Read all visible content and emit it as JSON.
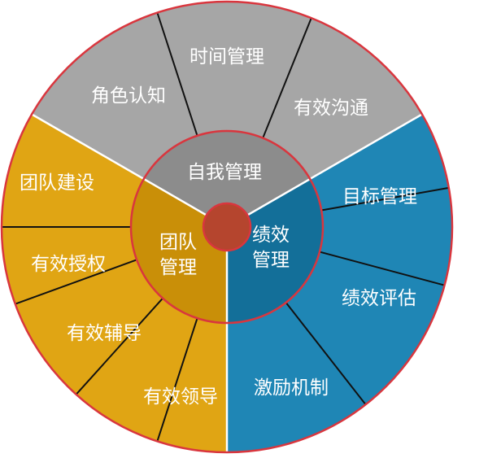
{
  "colors": {
    "gray_outer": "#a6a6a6",
    "gray_inner": "#8c8c8c",
    "gold_outer": "#e0a514",
    "gold_inner": "#c98f08",
    "teal_outer": "#1f86b5",
    "teal_inner": "#136f99",
    "ring_border": "#d9363e",
    "center": "#b5452e",
    "divider": "#111111"
  },
  "sections": [
    {
      "id": "self",
      "inner_label": [
        "自我管理"
      ],
      "items": [
        "角色认知",
        "时间管理",
        "有效沟通"
      ]
    },
    {
      "id": "performance",
      "inner_label": [
        "绩效",
        "管理"
      ],
      "items": [
        "目标管理",
        "绩效评估",
        "激励机制"
      ]
    },
    {
      "id": "team",
      "inner_label": [
        "团队",
        "管理"
      ],
      "items": [
        "团队建设",
        "有效授权",
        "有效辅导",
        "有效领导"
      ]
    }
  ]
}
